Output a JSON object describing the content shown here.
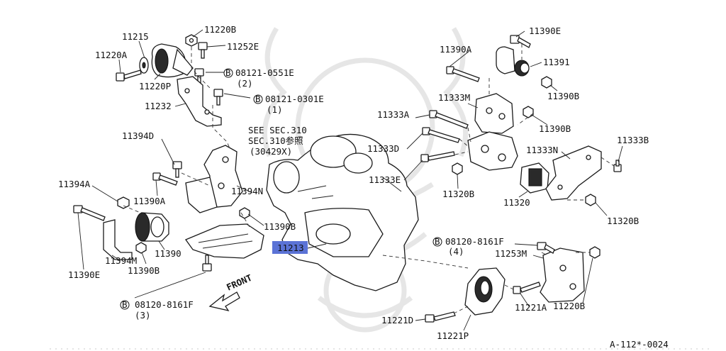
{
  "diagram": {
    "highlight_part": "11213",
    "labels": {
      "p11215": "11215",
      "p11220B": "11220B",
      "p11252E": "11252E",
      "p11220A": "11220A",
      "p11220P": "11220P",
      "p08121_0551E": "08121-0551E",
      "q2": "(2)",
      "p08121_0301E": "08121-0301E",
      "q1": "(1)",
      "p11232": "11232",
      "see_sec": "SEE SEC.310",
      "sec_ref": "SEC.310参照",
      "ref_30429X": "(30429X)",
      "p11394D": "11394D",
      "p11394A": "11394A",
      "p11390A_left": "11390A",
      "p11394N": "11394N",
      "p11390B_mid": "11390B",
      "p11390_left": "11390",
      "p11394M": "11394M",
      "p11390B_left": "11390B",
      "p11390E_left": "11390E",
      "p11213": "11213",
      "p08120_8161F_bottom": "08120-8161F",
      "q3": "(3)",
      "front": "FRONT",
      "p11390E_right": "11390E",
      "p11390A_right": "11390A",
      "p11391": "11391",
      "p11390B_right1": "11390B",
      "p11333M": "11333M",
      "p11333A": "11333A",
      "p11390B_right2": "11390B",
      "p11333D": "11333D",
      "p11333B": "11333B",
      "p11333N": "11333N",
      "p11333E": "11333E",
      "p11320B_mid": "11320B",
      "p11320": "11320",
      "p11320B_right": "11320B",
      "p08120_8161F_right": "08120-8161F",
      "q4": "(4)",
      "p11253M": "11253M",
      "p11221A": "11221A",
      "p11220B_bottom": "11220B",
      "p11221D": "11221D",
      "p11221P": "11221P",
      "diagram_id": "A-112*-0024",
      "circle_b": "B"
    }
  }
}
